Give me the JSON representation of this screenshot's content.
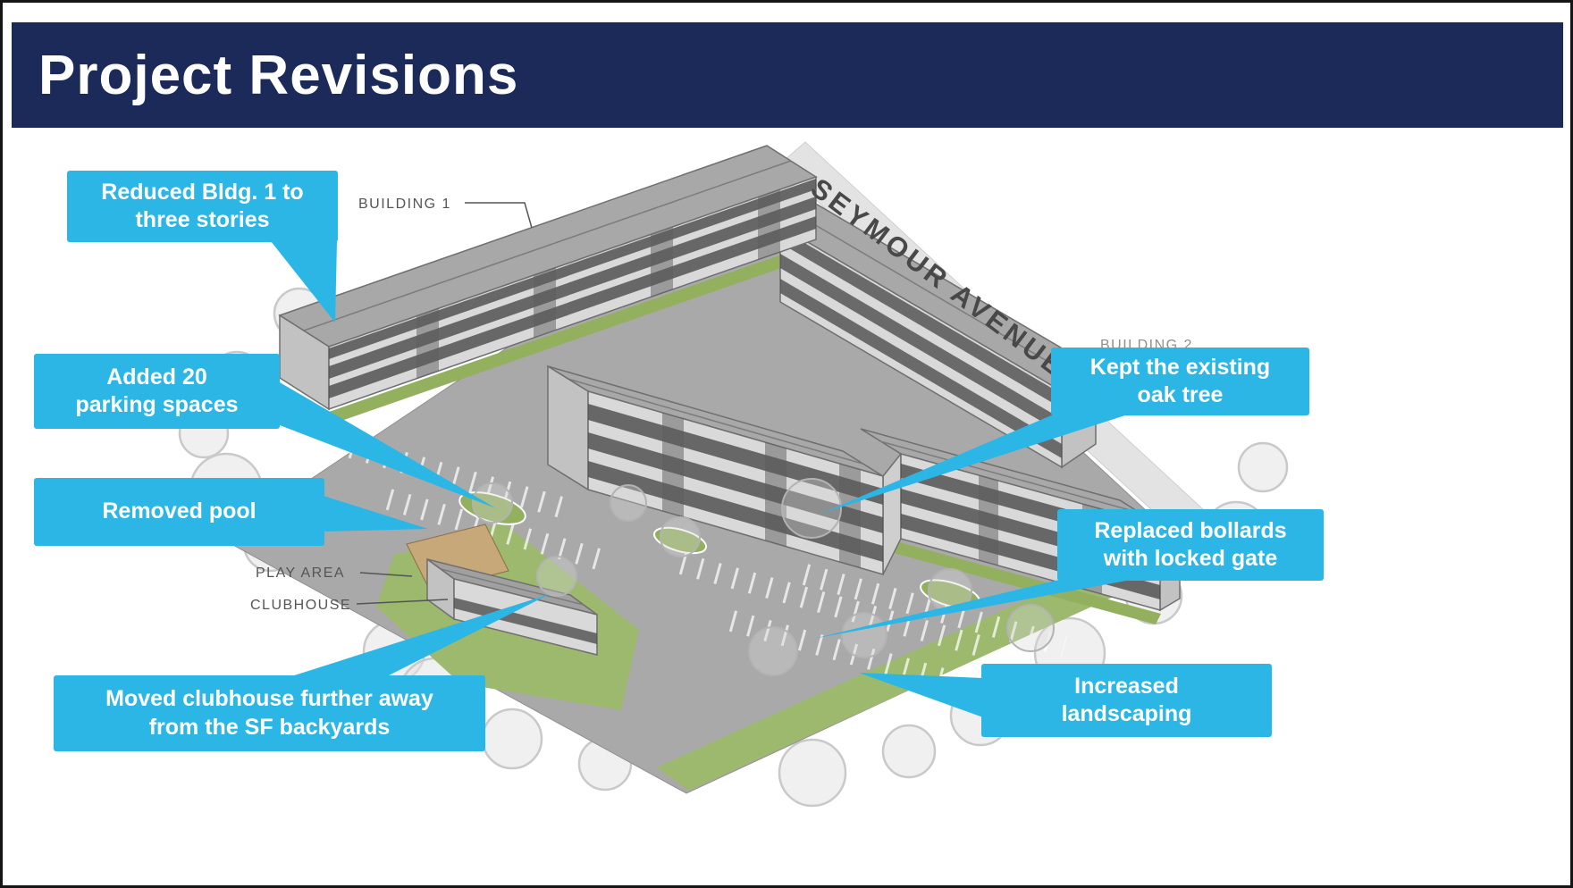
{
  "title": "Project Revisions",
  "colors": {
    "header_bg": "#1c2a5a",
    "callout_bg": "#2cb6e6",
    "callout_text": "#ffffff",
    "site_gray": "#a9a9a9",
    "landscape_green": "#9cb96d"
  },
  "drawing": {
    "labels": {
      "building1": "BUILDING 1",
      "building2": "BUILDING 2",
      "street": "SEYMOUR AVENUE",
      "play_area": "PLAY AREA",
      "clubhouse": "CLUBHOUSE"
    }
  },
  "callouts": [
    {
      "id": "reduced-bldg1",
      "text": "Reduced Bldg. 1 to\nthree stories"
    },
    {
      "id": "added-parking",
      "text": "Added 20\nparking spaces"
    },
    {
      "id": "removed-pool",
      "text": "Removed pool"
    },
    {
      "id": "moved-clubhouse",
      "text": "Moved clubhouse further away\nfrom the SF backyards"
    },
    {
      "id": "kept-oak-tree",
      "text": "Kept the existing\noak tree"
    },
    {
      "id": "replaced-bollards",
      "text": "Replaced bollards\nwith locked gate"
    },
    {
      "id": "increased-landscaping",
      "text": "Increased\nlandscaping"
    }
  ]
}
